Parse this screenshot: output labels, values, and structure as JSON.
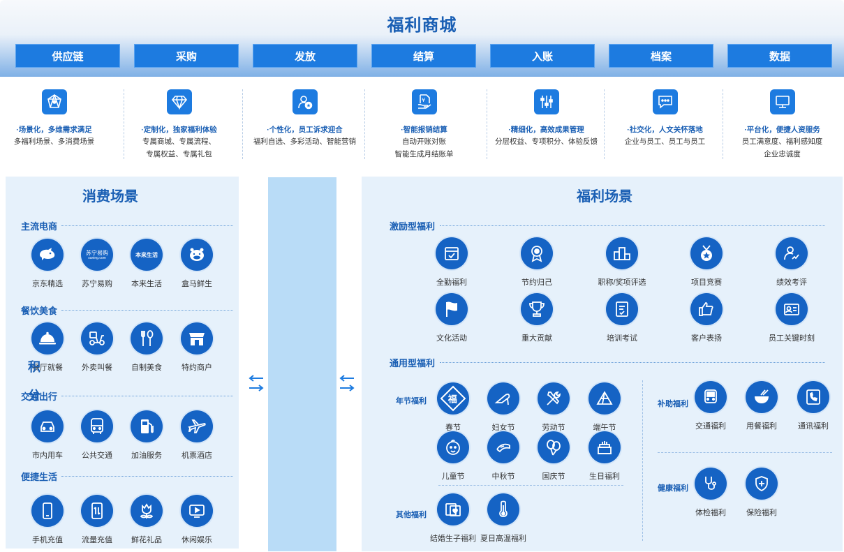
{
  "title": "福利商城",
  "nav": [
    "供应链",
    "采购",
    "发放",
    "结算",
    "入账",
    "档案",
    "数据"
  ],
  "features": [
    {
      "icon": "network-icon",
      "title": "·场景化，多维需求满足",
      "desc": [
        "多福利场景、多消费场景"
      ]
    },
    {
      "icon": "diamond-icon",
      "title": "·定制化，独家福利体验",
      "desc": [
        "专属商城、专属流程、",
        "专属权益、专属礼包"
      ]
    },
    {
      "icon": "user-star-icon",
      "title": "·个性化，员工诉求迎合",
      "desc": [
        "福利自选、多彩活动、智能营销"
      ]
    },
    {
      "icon": "invoice-icon",
      "title": "·智能报销结算",
      "desc": [
        "自动开账对账",
        "智能生成月结账单"
      ]
    },
    {
      "icon": "sliders-icon",
      "title": "·精细化，高效成果管理",
      "desc": [
        "分层权益、专项积分、体验反馈"
      ]
    },
    {
      "icon": "chat-icon",
      "title": "·社交化，人文关怀落地",
      "desc": [
        "企业与员工、员工与员工"
      ]
    },
    {
      "icon": "monitor-icon",
      "title": "·平台化，便捷人资服务",
      "desc": [
        "员工满意度、福利感知度",
        "企业忠诚度"
      ]
    }
  ],
  "consume": {
    "title": "消费场景",
    "sections": [
      {
        "label": "主流电商",
        "items": [
          {
            "label": "京东精选",
            "icon": "jd-dog-icon"
          },
          {
            "label": "苏宁易购",
            "icon": "suning-logo-icon",
            "logo": "苏宁易购",
            "logo_sub": "suning.com"
          },
          {
            "label": "本来生活",
            "icon": "benlai-logo-icon",
            "logo": "本来生活"
          },
          {
            "label": "盒马鲜生",
            "icon": "hema-hippo-icon"
          }
        ]
      },
      {
        "label": "餐饮美食",
        "items": [
          {
            "label": "餐厅就餐",
            "icon": "cloche-icon"
          },
          {
            "label": "外卖叫餐",
            "icon": "scooter-icon"
          },
          {
            "label": "自制美食",
            "icon": "fork-spoon-icon"
          },
          {
            "label": "特约商户",
            "icon": "shop-icon"
          }
        ]
      },
      {
        "label": "交通出行",
        "items": [
          {
            "label": "市内用车",
            "icon": "car-icon"
          },
          {
            "label": "公共交通",
            "icon": "bus-icon"
          },
          {
            "label": "加油服务",
            "icon": "fuel-icon"
          },
          {
            "label": "机票酒店",
            "icon": "airplane-icon"
          }
        ]
      },
      {
        "label": "便捷生活",
        "items": [
          {
            "label": "手机充值",
            "icon": "phone-icon"
          },
          {
            "label": "流量充值",
            "icon": "data-transfer-icon"
          },
          {
            "label": "鲜花礼品",
            "icon": "flower-icon"
          },
          {
            "label": "休闲娱乐",
            "icon": "play-icon"
          }
        ]
      }
    ]
  },
  "points": [
    "积",
    "分"
  ],
  "welfare": {
    "title": "福利场景",
    "incentive": {
      "label": "激励型福利",
      "items": [
        {
          "label": "全勤福利",
          "icon": "calendar-check-icon"
        },
        {
          "label": "节约归己",
          "icon": "medal-icon"
        },
        {
          "label": "职称/奖项评选",
          "icon": "podium-icon"
        },
        {
          "label": "项目竞赛",
          "icon": "star-medal-icon"
        },
        {
          "label": "绩效考评",
          "icon": "user-chart-icon"
        },
        {
          "label": "文化活动",
          "icon": "flag-icon"
        },
        {
          "label": "重大贡献",
          "icon": "trophy-icon"
        },
        {
          "label": "培训考试",
          "icon": "exam-icon"
        },
        {
          "label": "客户表扬",
          "icon": "thumbs-up-icon"
        },
        {
          "label": "员工关键时刻",
          "icon": "id-card-icon"
        }
      ]
    },
    "general": {
      "label": "通用型福利",
      "festival": {
        "label": "年节福利",
        "items": [
          {
            "label": "春节",
            "icon": "fu-icon",
            "glyph": "福"
          },
          {
            "label": "妇女节",
            "icon": "high-heel-icon"
          },
          {
            "label": "劳动节",
            "icon": "tools-icon"
          },
          {
            "label": "端午节",
            "icon": "zongzi-icon"
          },
          {
            "label": "儿童节",
            "icon": "baby-face-icon"
          },
          {
            "label": "中秋节",
            "icon": "mooncake-icon"
          },
          {
            "label": "国庆节",
            "icon": "balloons-icon"
          },
          {
            "label": "生日福利",
            "icon": "cake-icon"
          }
        ]
      },
      "other": {
        "label": "其他福利",
        "items": [
          {
            "label": "结婚生子福利",
            "icon": "certificate-icon"
          },
          {
            "label": "夏日高温福利",
            "icon": "thermometer-icon"
          }
        ]
      },
      "subsidy": {
        "label": "补助福利",
        "items": [
          {
            "label": "交通福利",
            "icon": "bus-front-icon"
          },
          {
            "label": "用餐福利",
            "icon": "bowl-icon"
          },
          {
            "label": "通讯福利",
            "icon": "telephone-icon"
          }
        ]
      },
      "health": {
        "label": "健康福利",
        "items": [
          {
            "label": "体检福利",
            "icon": "stethoscope-icon"
          },
          {
            "label": "保险福利",
            "icon": "shield-icon"
          }
        ]
      }
    }
  },
  "colors": {
    "primary": "#1d7be0",
    "icon_bg": "#1563c4",
    "panel": "#e6f1fb",
    "points": "#b9dcf7",
    "title": "#1a5fb4"
  }
}
